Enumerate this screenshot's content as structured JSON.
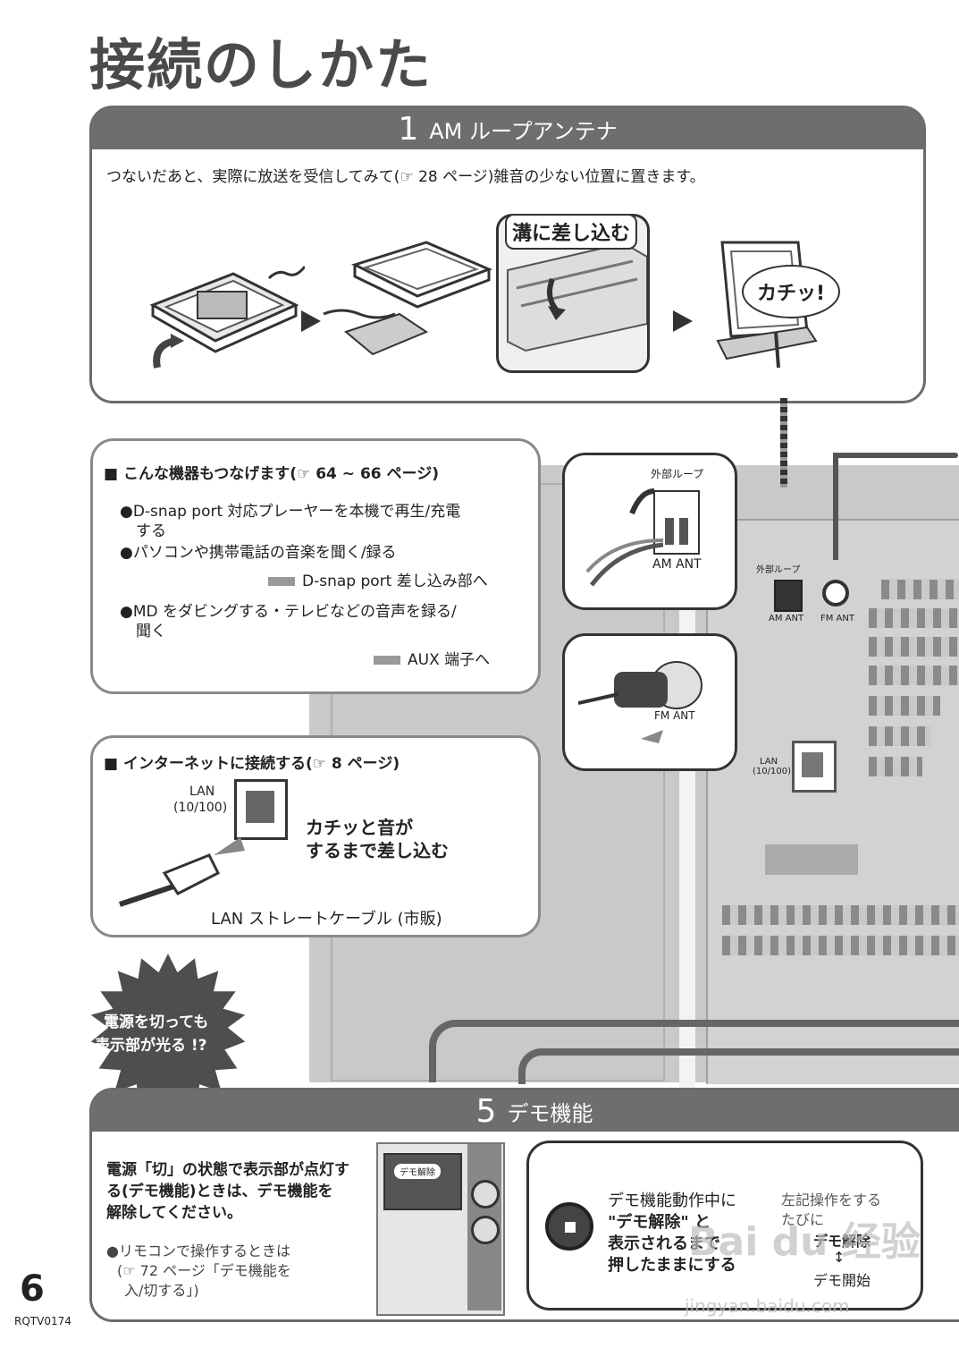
{
  "page_title": "接続のしかた",
  "section1": {
    "num": "1",
    "title": "AM ループアンテナ",
    "intro": "つないだあと、実際に放送を受信してみて(☞ 28 ページ)雑音の少ない位置に置きます。",
    "callout_slot": "溝に差し込む",
    "callout_click": "カチッ!"
  },
  "devices": {
    "heading": "■ こんな機器もつなげます(☞ 64 ~ 66 ページ)",
    "item1_line1": "●D-snap port 対応プレーヤーを本機で再生/充電",
    "item1_line2": "する",
    "item2": "●パソコンや携帯電話の音楽を聞く/録る",
    "dest1": "D-snap port 差し込み部へ",
    "item3_line1": "●MD をダビングする・テレビなどの音声を録る/",
    "item3_line2": "聞く",
    "dest2": "AUX 端子へ"
  },
  "internet": {
    "heading": "■ インターネットに接続する(☞ 8 ページ)",
    "lan_label_line1": "LAN",
    "lan_label_line2": "(10/100)",
    "instruction_line1": "カチッと音が",
    "instruction_line2": "するまで差し込む",
    "cable_label": "LAN ストレートケーブル (市販)"
  },
  "antenna_detail": {
    "external_loop": "外部ループ",
    "am_ant": "AM ANT",
    "fm_ant": "FM ANT"
  },
  "rear_panel": {
    "loop_label": "外部ループ",
    "am_label": "AM ANT",
    "fm_label": "FM ANT",
    "lan_line1": "LAN",
    "lan_line2": "(10/100)"
  },
  "starburst": {
    "line1": "電源を切っても",
    "line2": "表示部が光る !?"
  },
  "section5": {
    "num": "5",
    "title": "デモ機能",
    "desc_line1": "電源「切」の状態で表示部が点灯す",
    "desc_line2": "る(デモ機能)ときは、デモ機能を",
    "desc_line3": "解除してください。",
    "remote_line1": "●リモコンで操作するときは",
    "remote_line2": "(☞ 72 ページ「デモ機能を",
    "remote_line3": "入/切する」)",
    "display_text": "デモ解除",
    "inst_line1": "デモ機能動作中に",
    "inst_line2": "\"デモ解除\" と",
    "inst_line3": "表示されるまで",
    "inst_line4": "押したままにする",
    "side_line1": "左記操作をする",
    "side_line2": "たびに",
    "toggle_a": "デモ解除",
    "toggle_arrow": "↕",
    "toggle_b": "デモ開始"
  },
  "page_number": "6",
  "doc_code": "RQTV0174",
  "watermark": "Bai du 经验",
  "watermark_url": "jingyan.baidu.com"
}
